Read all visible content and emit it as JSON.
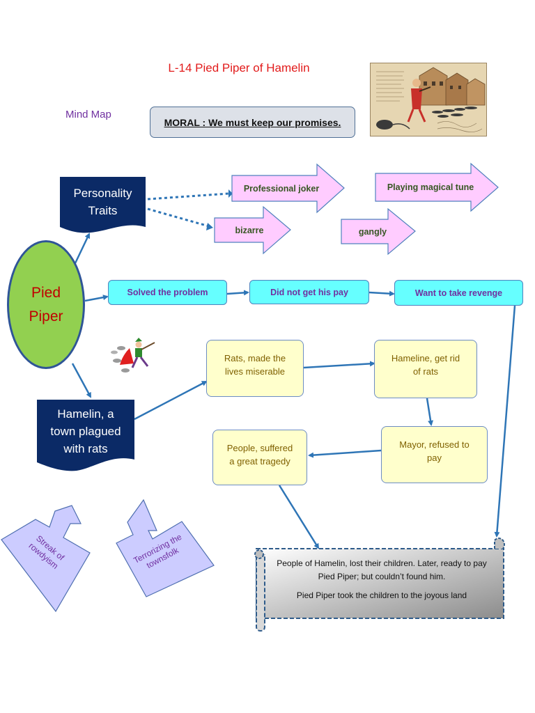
{
  "title": "L-14 Pied Piper of Hamelin",
  "mind_map_label": "Mind Map",
  "moral": "MORAL : We must keep our promises.",
  "center": "Pied\nPiper",
  "personality": {
    "heading": "Personality\nTraits",
    "traits": [
      "Professional joker",
      "Playing magical tune",
      "bizarre",
      "gangly"
    ]
  },
  "story_chain": [
    "Solved the problem",
    "Did not get his pay",
    "Want to take revenge"
  ],
  "hamelin": {
    "heading": "Hamelin, a\ntown plagued\nwith rats",
    "events": {
      "rats": "Rats, made the\nlives miserable",
      "get_rid": "Hameline, get rid\nof rats",
      "mayor": "Mayor, refused to\npay",
      "people": "People, suffered\na great tragedy"
    },
    "callouts": [
      "Streak of\nrowdyism",
      "Terrorizing the\ntownsfolk"
    ]
  },
  "ending": [
    "People of Hamelin, lost their children. Later, ready to pay Pied Piper; but couldn’t found him.",
    "Pied Piper took the children to the joyous land"
  ],
  "colors": {
    "title_red": "#e21b1b",
    "mind_map_purple": "#7030a0",
    "navy": "#0b2a66",
    "arrow_blue": "#2e75b6",
    "pink_arrow": "#ffccff",
    "callout_lavender": "#ccccff"
  }
}
